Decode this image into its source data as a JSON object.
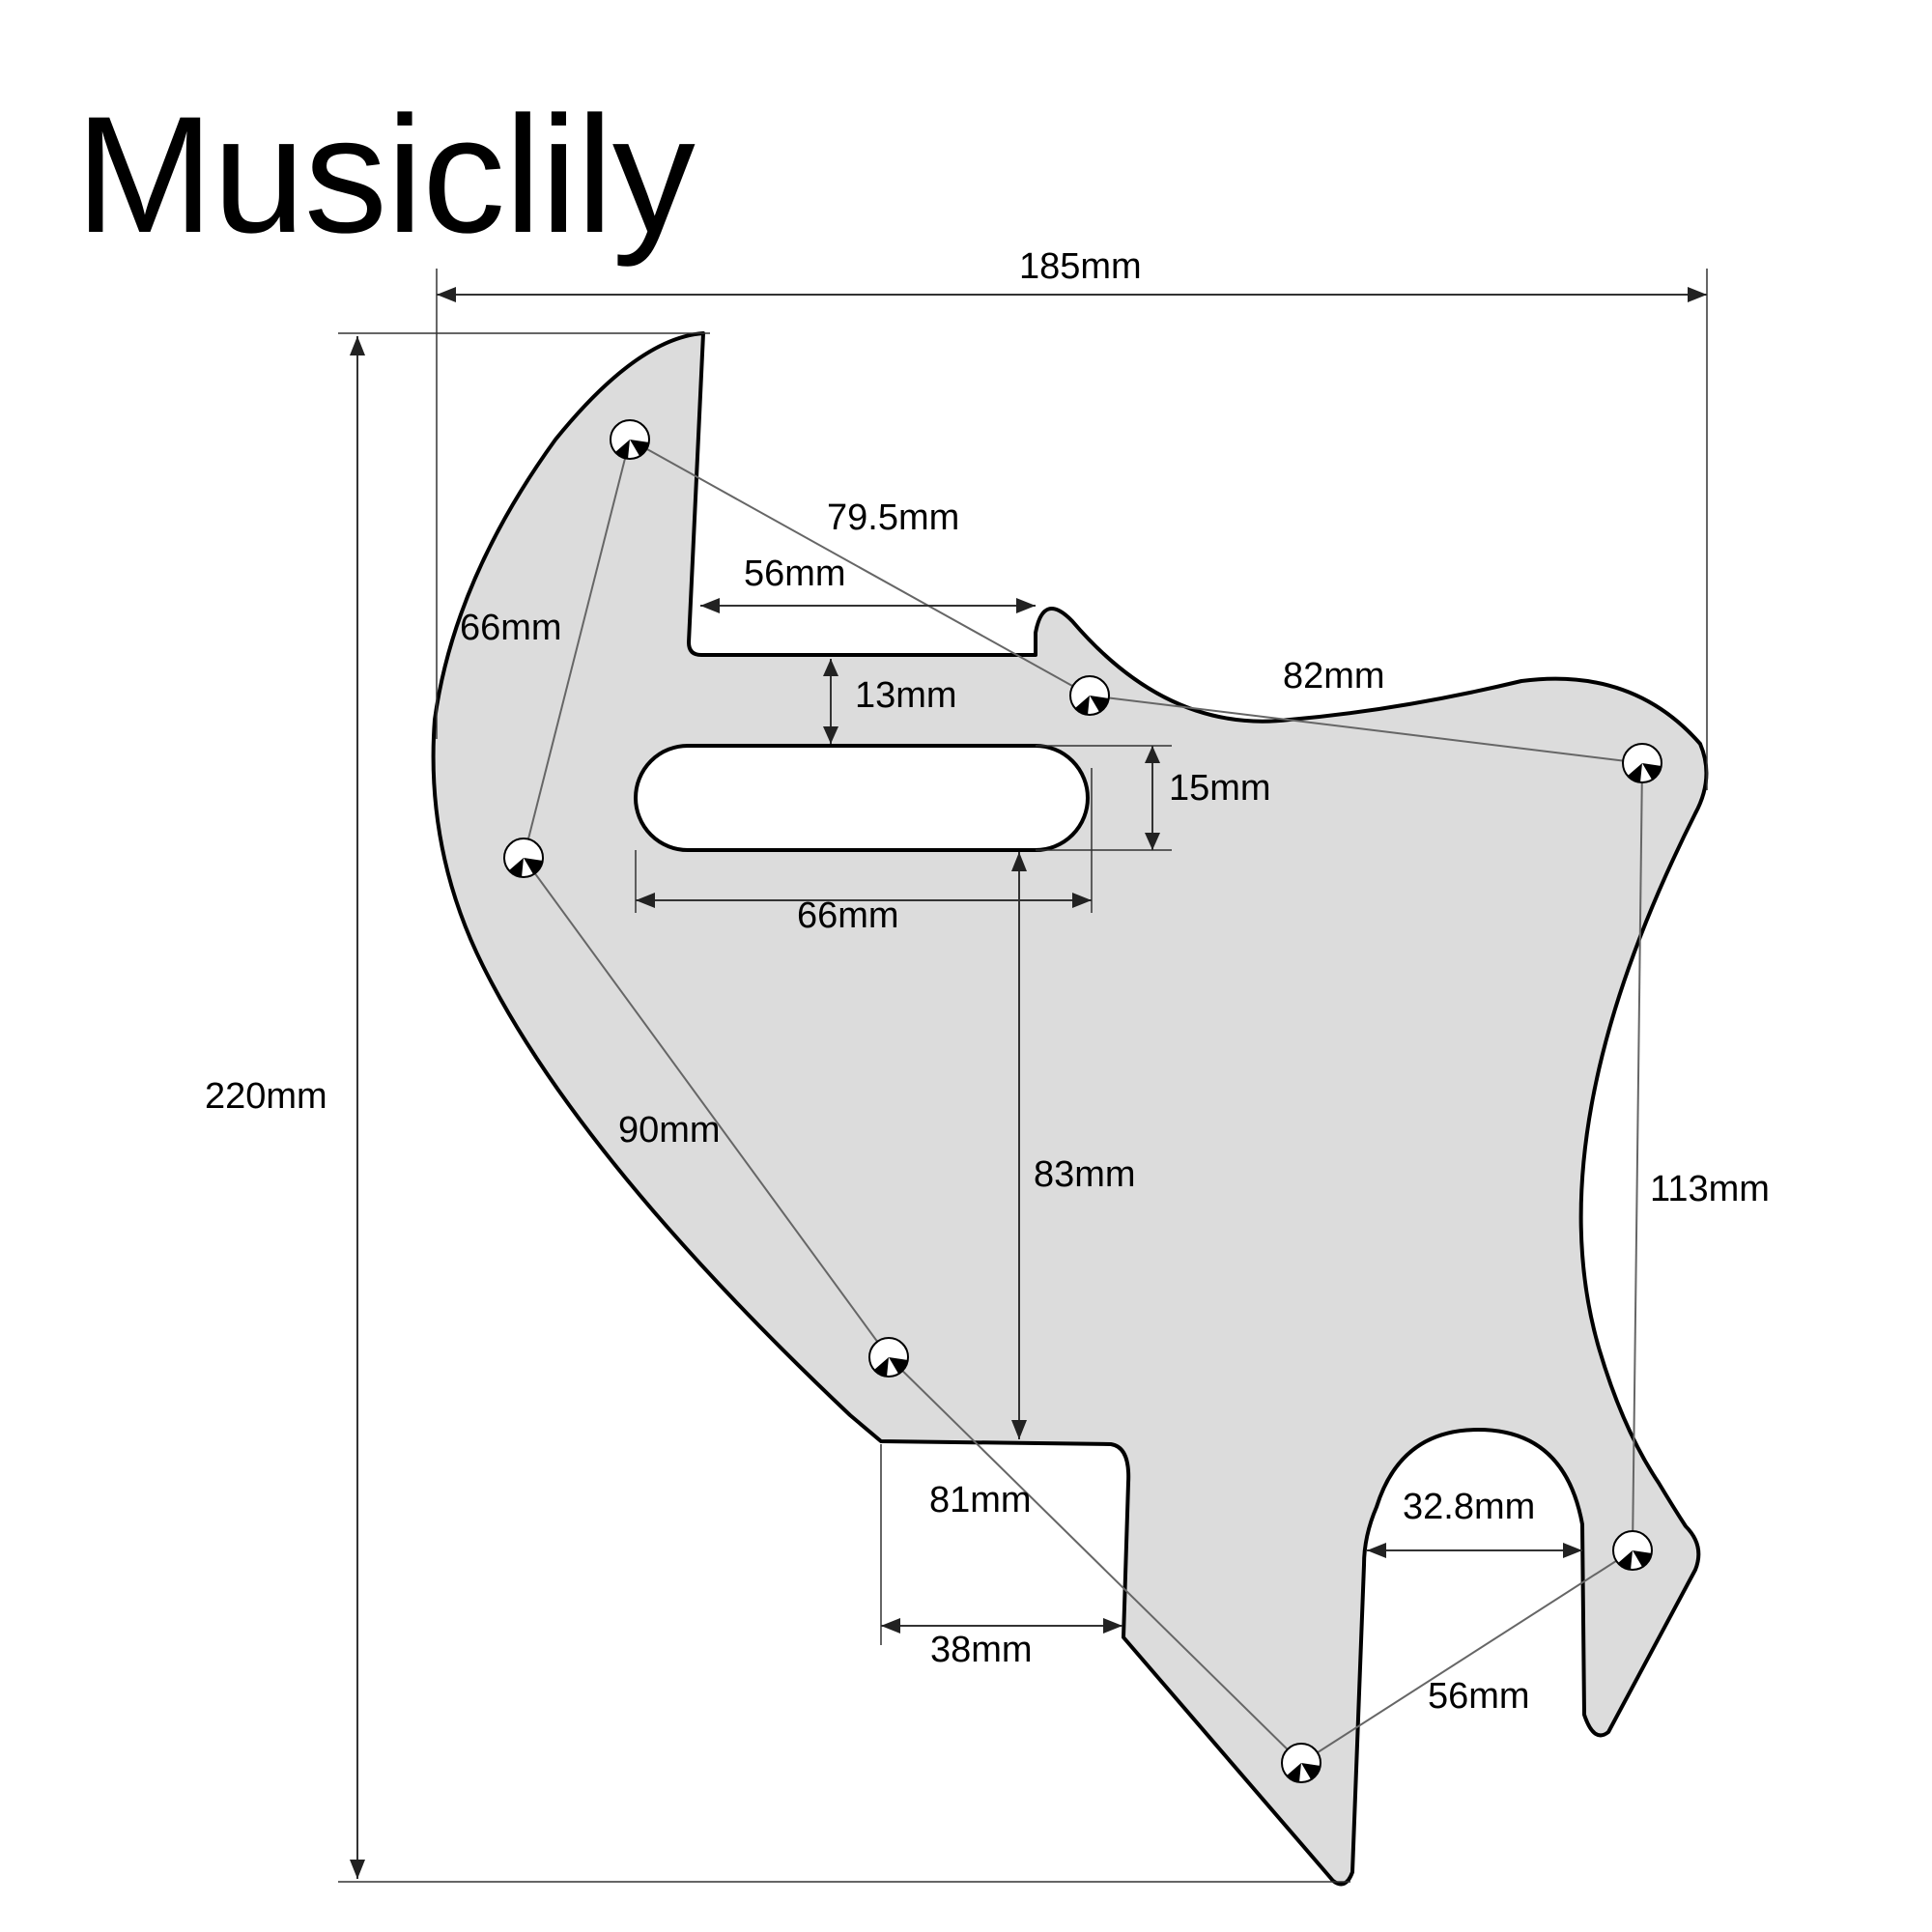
{
  "brand": {
    "name": "Musiclily"
  },
  "colors": {
    "pickguard_fill": "#dcdcdc",
    "outline": "#000000",
    "dimension_line": "#333333",
    "connector_line": "#666666",
    "background": "#ffffff"
  },
  "dimensions": {
    "overall_width": "185mm",
    "overall_height": "220mm",
    "hole_top_left_to_middle": "79.5mm",
    "notch_width": "56mm",
    "hole_top_left_to_left": "66mm",
    "notch_to_pickup": "13mm",
    "hole_middle_to_right": "82mm",
    "pickup_height": "15mm",
    "pickup_width": "66mm",
    "pickup_to_bottom_notch": "83mm",
    "hole_left_to_lower": "90mm",
    "hole_right_to_lower_right": "113mm",
    "hole_lower_to_bottom": "81mm",
    "bottom_notch_width": "38mm",
    "bridge_cutout_width": "32.8mm",
    "hole_bottom_to_lower_right": "56mm"
  },
  "holes": [
    {
      "id": "top-left"
    },
    {
      "id": "left"
    },
    {
      "id": "center"
    },
    {
      "id": "right"
    },
    {
      "id": "lower"
    },
    {
      "id": "bottom"
    },
    {
      "id": "lower-right"
    }
  ]
}
